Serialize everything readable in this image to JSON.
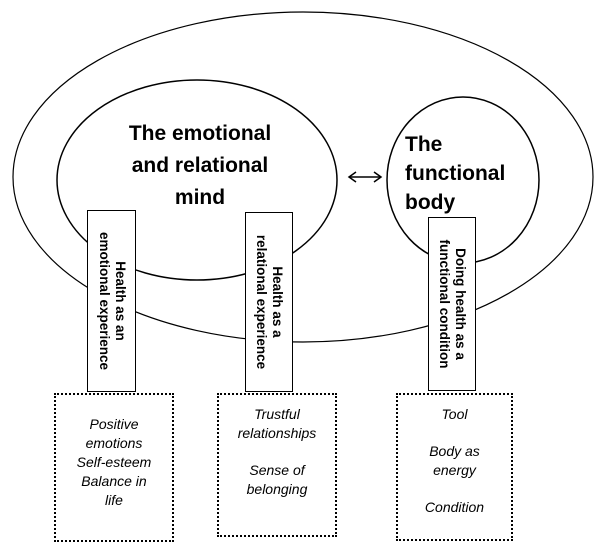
{
  "mind": {
    "line1": "The emotional",
    "line2": "and relational",
    "line3": "mind"
  },
  "body": {
    "line1": "The",
    "line2": "functional",
    "line3": "body"
  },
  "pillars": [
    {
      "line1": "Health as an",
      "line2": "emotional experience"
    },
    {
      "line1": "Health as a",
      "line2": "relational experience"
    },
    {
      "line1": "Doing health as a",
      "line2": "functional condition"
    }
  ],
  "boxes": [
    {
      "item1": "Positive",
      "item2": "emotions",
      "item3": "Self-esteem",
      "item4": "Balance in",
      "item5": "life"
    },
    {
      "item1": "Trustful",
      "item2": "relationships",
      "item3": "Sense of",
      "item4": "belonging"
    },
    {
      "item1": "Tool",
      "item2": "Body as",
      "item3": "energy",
      "item4": "Condition"
    }
  ]
}
